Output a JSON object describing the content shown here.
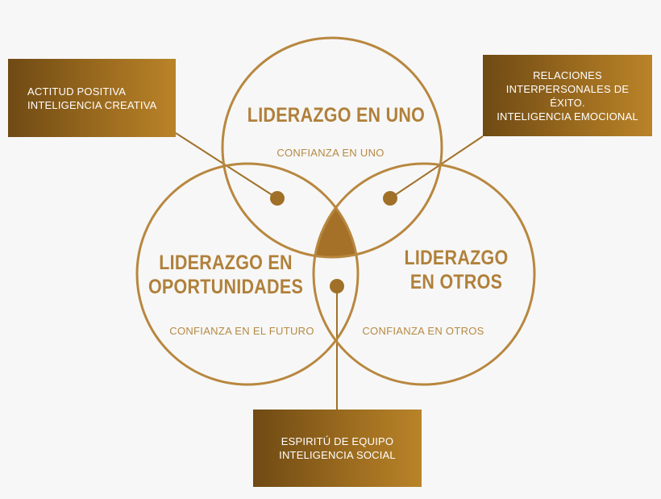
{
  "colors": {
    "ring": "#b8873f",
    "accent": "#a07028",
    "box_dark": "#6f4a14",
    "box_light": "#b98328",
    "title_text": "#b0803a",
    "background": "#f7f7f7"
  },
  "circles": {
    "uno": {
      "title": "LIDERAZGO EN UNO",
      "subtitle": "CONFIANZA EN UNO"
    },
    "oportunidades": {
      "title_line1": "LIDERAZGO EN",
      "title_line2": "OPORTUNIDADES",
      "subtitle": "CONFIANZA EN EL FUTURO"
    },
    "otros": {
      "title_line1": "LIDERAZGO",
      "title_line2": "EN OTROS",
      "subtitle": "CONFIANZA EN OTROS"
    }
  },
  "notes": {
    "left": {
      "lines": [
        "ACTITUD POSITIVA",
        "INTELIGENCIA CREATIVA"
      ]
    },
    "right": {
      "lines": [
        "RELACIONES",
        "INTERPERSONALES DE",
        "ÉXITO.",
        "INTELIGENCIA EMOCIONAL"
      ]
    },
    "bottom": {
      "lines": [
        "ESPIRITÚ DE EQUIPO",
        "INTELIGENCIA SOCIAL"
      ]
    }
  }
}
